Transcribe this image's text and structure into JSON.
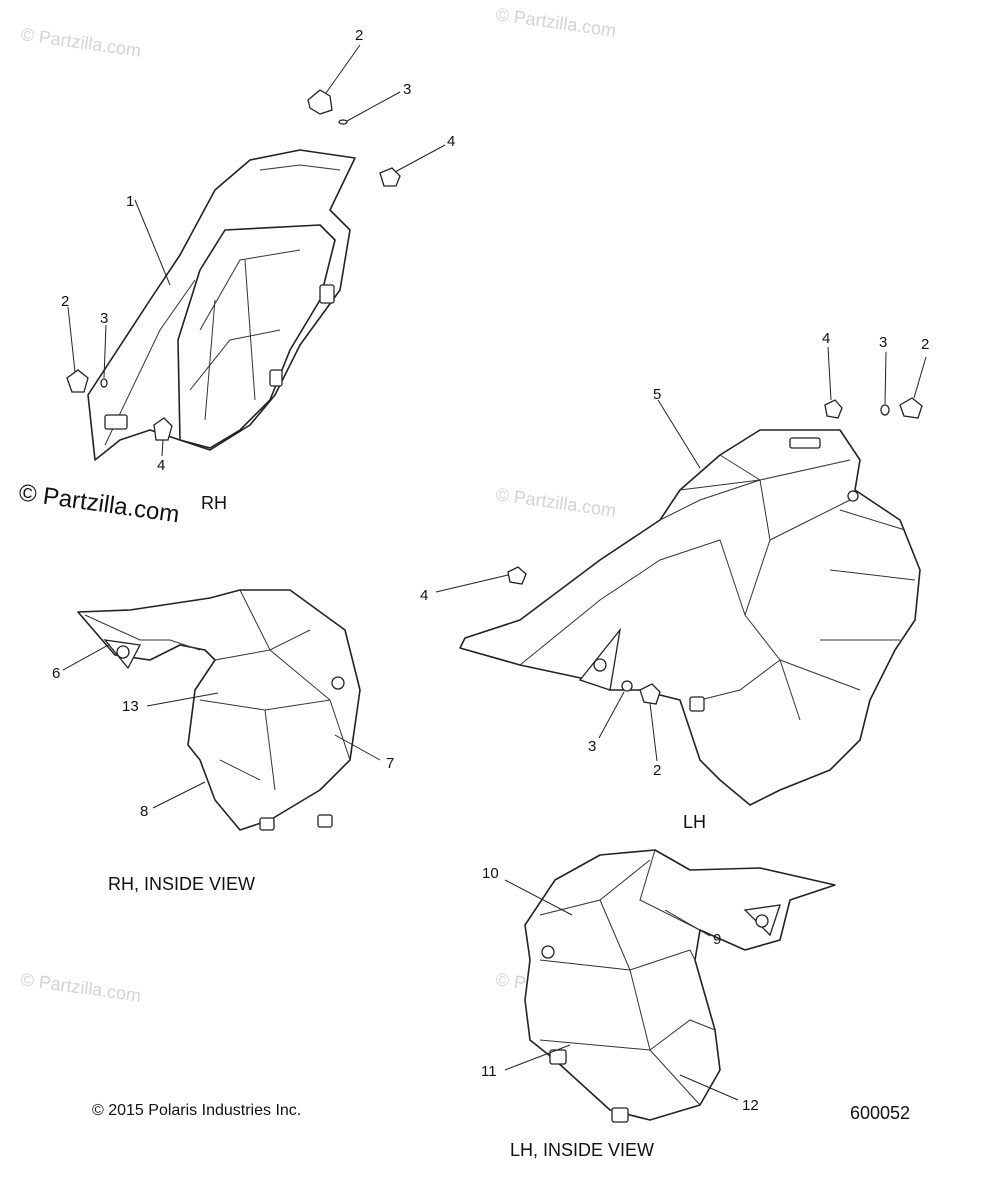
{
  "watermark": {
    "text": "© Partzilla.com",
    "prominent_text": "© Partzilla.com"
  },
  "views": {
    "rh": "RH",
    "lh": "LH",
    "rh_inside": "RH, INSIDE VIEW",
    "lh_inside": "LH, INSIDE VIEW"
  },
  "callouts": {
    "rh": [
      "1",
      "2",
      "3",
      "4",
      "2",
      "3",
      "4"
    ],
    "lh": [
      "5",
      "4",
      "3",
      "2",
      "4",
      "3",
      "2"
    ],
    "rh_inside": [
      "6",
      "13",
      "7",
      "8"
    ],
    "lh_inside": [
      "10",
      "9",
      "11",
      "12"
    ]
  },
  "footer": {
    "copyright": "© 2015 Polaris Industries Inc.",
    "diagram_number": "600052"
  }
}
